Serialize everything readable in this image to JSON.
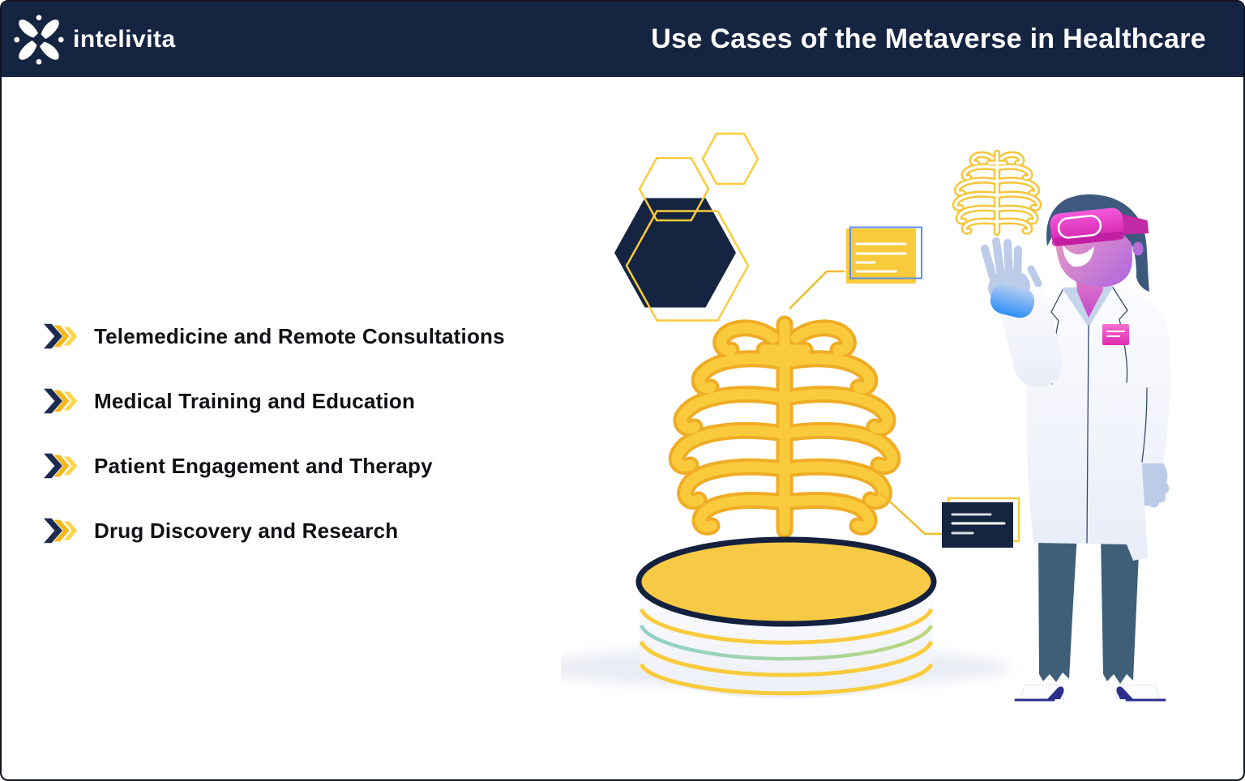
{
  "header": {
    "brand": "intelivita",
    "title": "Use Cases of the Metaverse in Healthcare",
    "background_color": "#152441",
    "text_color": "#FFFFFF"
  },
  "list": {
    "items": [
      "Telemedicine and Remote Consultations",
      "Medical Training and Education",
      "Patient Engagement and Therapy",
      "Drug Discovery and Research"
    ],
    "bullet_style": "triple-chevron",
    "bullet_colors": [
      "#1C2B4F",
      "#F3B81C",
      "#FFD64A"
    ]
  },
  "illustration": {
    "elements": [
      "hexagon-cluster",
      "yellow-info-card",
      "navy-info-card",
      "holographic-rib-cage-large",
      "holographic-rib-cage-small",
      "petri-dish-platform",
      "doctor-with-vr-headset"
    ],
    "palette": {
      "navy": "#152441",
      "yellow": "#F9CB3C",
      "amber_outline": "#EFAC25",
      "card_border_blue": "#5E8EE9",
      "teal_stripe": "#8FD0CB",
      "headset_pink": "#E23BC4",
      "badge_pink": "#F153C1",
      "skin_pink": "#F6A9BD",
      "skin_purple": "#B469DE",
      "glove_blue": "#2F8FF8",
      "hand_gray_blue": "#BCCBE8",
      "hair_slate": "#3D5A7E",
      "trousers_slate": "#3E5F77",
      "shoe_sole_indigo": "#2D2F8C"
    }
  }
}
